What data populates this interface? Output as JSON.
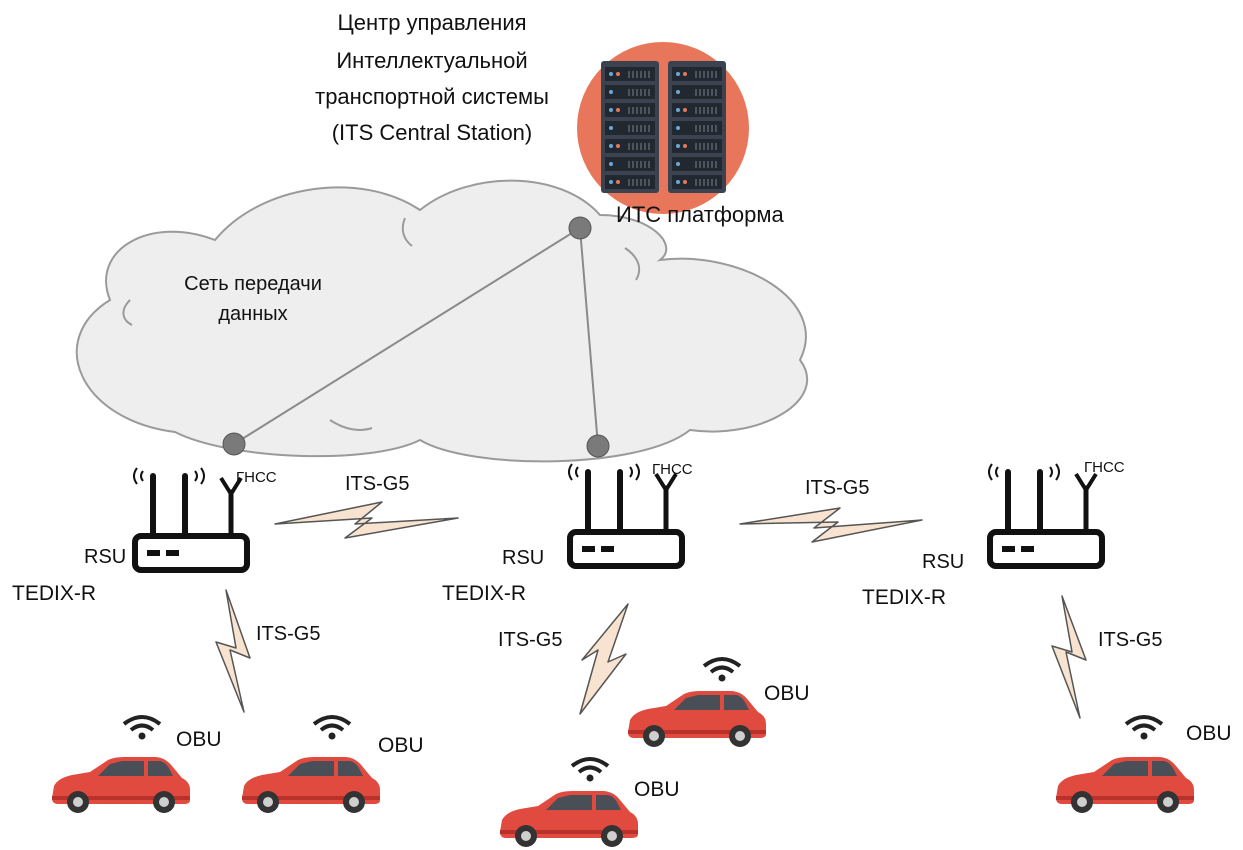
{
  "center": {
    "title_lines": [
      "Центр управления",
      "Интеллектуальной",
      "транспортной системы",
      "(ITS Central Station)"
    ],
    "platform_label": "ИТС платформа"
  },
  "network": {
    "label_lines": [
      "Сеть передачи",
      "данных"
    ]
  },
  "rsu": [
    {
      "label": "RSU",
      "model": "TEDIX-R",
      "gnss": "ГНСС"
    },
    {
      "label": "RSU",
      "model": "TEDIX-R",
      "gnss": "ГНСС"
    },
    {
      "label": "RSU",
      "model": "TEDIX-R",
      "gnss": "ГНСС"
    }
  ],
  "links": {
    "rsu_rsu": [
      "ITS-G5",
      "ITS-G5"
    ],
    "rsu_obu": [
      "ITS-G5",
      "ITS-G5",
      "ITS-G5"
    ]
  },
  "obu": [
    "OBU",
    "OBU",
    "OBU",
    "OBU",
    "OBU"
  ],
  "colors": {
    "car": "#e04a3f",
    "car_dark": "#b8322b",
    "server_bg": "#e8765a",
    "server": "#3b4350",
    "cloud": "#eeeeee",
    "lightning": "#f7e3cf"
  }
}
